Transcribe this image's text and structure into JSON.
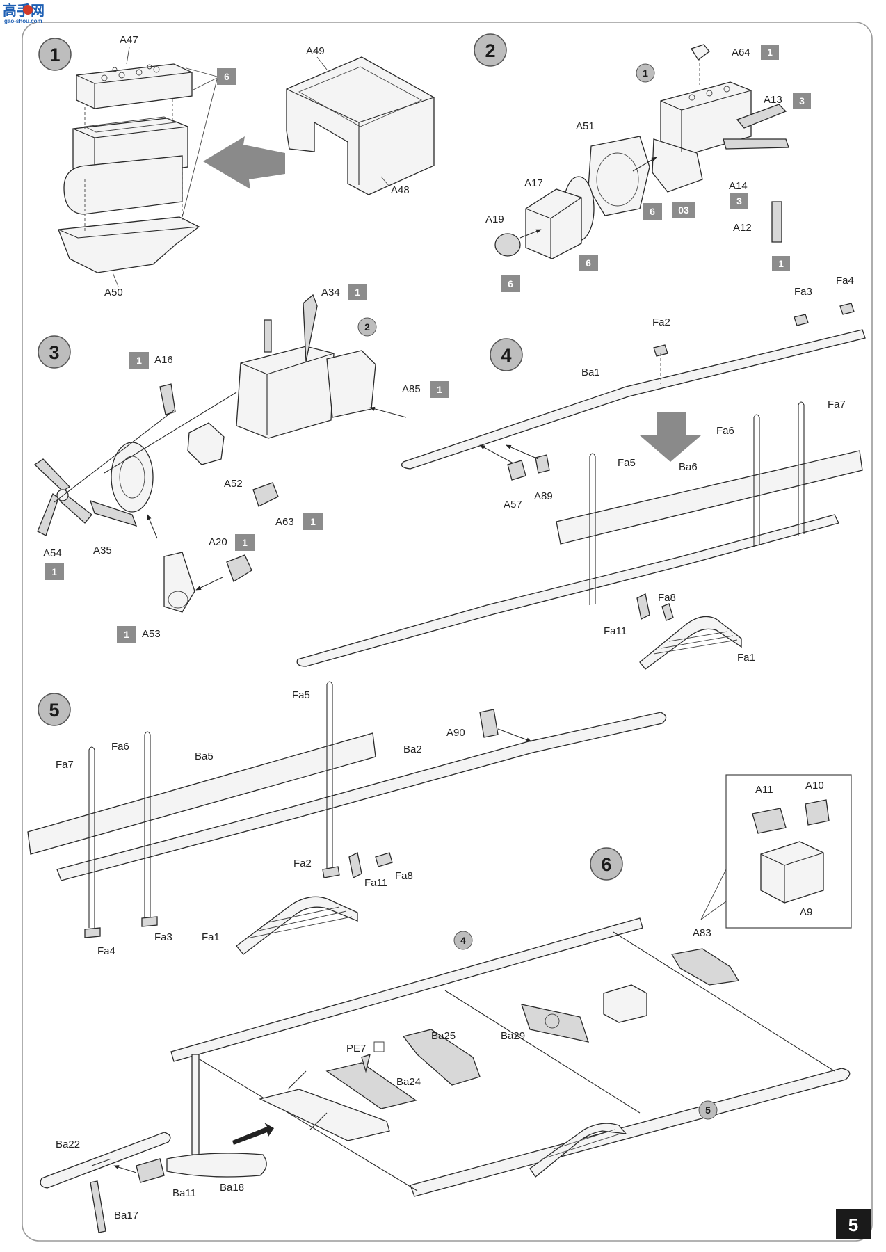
{
  "watermark": {
    "text": "高手网",
    "url": "gao-shou.com"
  },
  "page_number": "5",
  "steps": {
    "s1": "1",
    "s2": "2",
    "s3": "3",
    "s4": "4",
    "s5": "5",
    "s6": "6"
  },
  "step1": {
    "A47": "A47",
    "A49": "A49",
    "A48": "A48",
    "A50": "A50",
    "badge": "6"
  },
  "step2": {
    "A64": "A64",
    "A64_badge": "1",
    "A13": "A13",
    "A13_badge": "3",
    "A51": "A51",
    "A17": "A17",
    "A19": "A19",
    "A14": "A14",
    "A14_badge": "3",
    "A12": "A12",
    "A12_badge": "1",
    "ref1": "1",
    "badge_03": "03",
    "badge_6a": "6",
    "badge_6b": "6",
    "badge_6c": "6"
  },
  "step3": {
    "A34": "A34",
    "A34_badge": "1",
    "A16": "A16",
    "A16_badge": "1",
    "A85": "A85",
    "A85_badge": "1",
    "A52": "A52",
    "A54": "A54",
    "A54_badge": "1",
    "A35": "A35",
    "A63": "A63",
    "A63_badge": "1",
    "A20": "A20",
    "A20_badge": "1",
    "A53": "A53",
    "A53_badge": "1",
    "ref2": "2"
  },
  "step4": {
    "Fa4": "Fa4",
    "Fa3": "Fa3",
    "Fa2": "Fa2",
    "Ba1": "Ba1",
    "Fa7": "Fa7",
    "Fa6": "Fa6",
    "Fa5": "Fa5",
    "Ba6": "Ba6",
    "A57": "A57",
    "A89": "A89",
    "Fa8": "Fa8",
    "Fa11": "Fa11",
    "Fa1": "Fa1"
  },
  "step5": {
    "Fa5": "Fa5",
    "Fa6": "Fa6",
    "Fa7": "Fa7",
    "Ba5": "Ba5",
    "Ba2": "Ba2",
    "A90": "A90",
    "Fa2": "Fa2",
    "Fa11": "Fa11",
    "Fa8": "Fa8",
    "Fa4": "Fa4",
    "Fa3": "Fa3",
    "Fa1": "Fa1"
  },
  "step6": {
    "A11": "A11",
    "A10": "A10",
    "A9": "A9",
    "A83": "A83",
    "ref4": "4",
    "ref5": "5",
    "PE7": "PE7",
    "Ba25": "Ba25",
    "Ba29": "Ba29",
    "Ba24": "Ba24",
    "Ba22": "Ba22",
    "Ba11": "Ba11",
    "Ba18": "Ba18",
    "Ba17": "Ba17"
  },
  "colors": {
    "badge": "#8c8c8c",
    "step_circle": "#bdbdbd",
    "arrow": "#8a8a8a"
  }
}
